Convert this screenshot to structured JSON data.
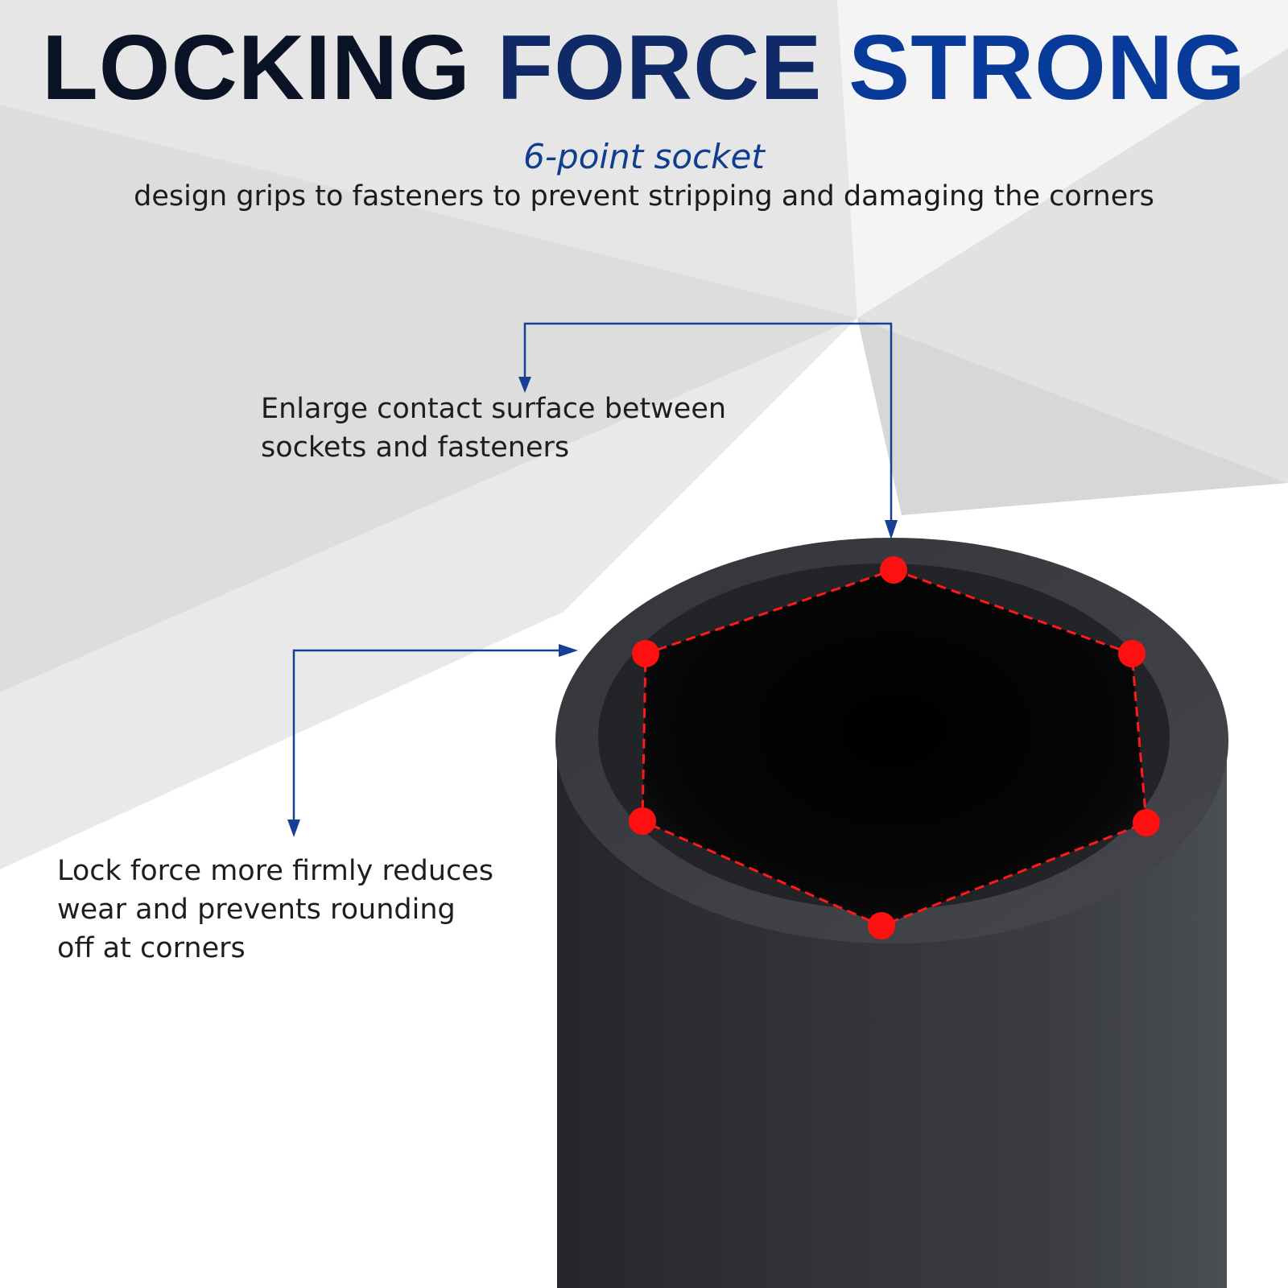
{
  "headline": {
    "words": [
      "LOCKING",
      "FORCE",
      "STRONG"
    ]
  },
  "subtitle": "6-point socket",
  "description": "design grips to fasteners to prevent stripping and damaging the corners",
  "callouts": [
    {
      "lines": [
        "Enlarge contact surface between",
        "sockets and fasteners"
      ]
    },
    {
      "lines": [
        "Lock force more firmly reduces",
        "wear and prevents rounding",
        "off at corners"
      ]
    }
  ],
  "colors": {
    "headline_dark": "#0a1226",
    "headline_blue": "#083a99",
    "accent_blue": "#0f3d8f",
    "leader_line": "#173f96",
    "corner_marker": "#ff1010",
    "socket_body": "#2b2d30"
  }
}
